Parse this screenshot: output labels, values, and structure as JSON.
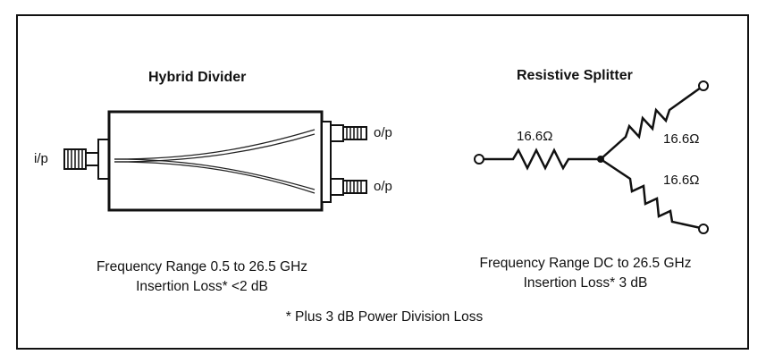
{
  "hybrid": {
    "title": "Hybrid Divider",
    "input_label": "i/p",
    "output_label_top": "o/p",
    "output_label_bottom": "o/p",
    "caption_line1": "Frequency Range 0.5 to 26.5 GHz",
    "caption_line2": "Insertion Loss* <2 dB"
  },
  "splitter": {
    "title": "Resistive Splitter",
    "resistor_left": "16.6Ω",
    "resistor_top": "16.6Ω",
    "resistor_bottom": "16.6Ω",
    "caption_line1": "Frequency Range DC to 26.5 GHz",
    "caption_line2": "Insertion Loss* 3 dB"
  },
  "footnote": "* Plus 3 dB Power Division Loss"
}
